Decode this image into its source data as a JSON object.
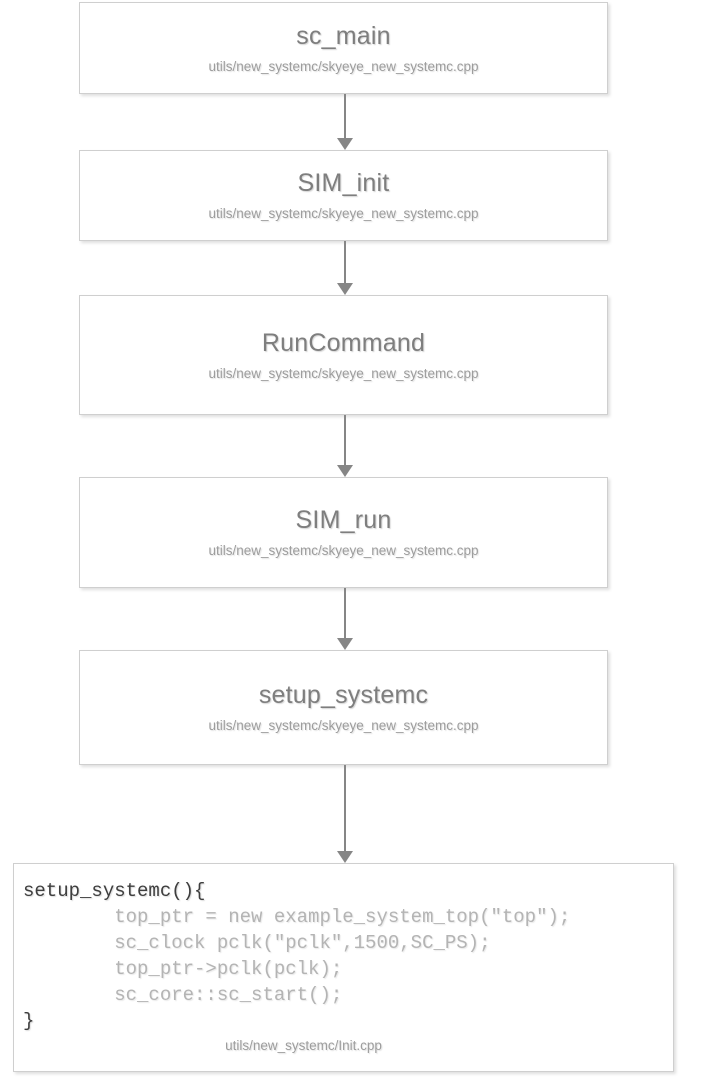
{
  "diagram": {
    "type": "flowchart",
    "orientation": "vertical-top-down",
    "nodes": [
      {
        "title": "sc_main",
        "subtitle": "utils/new_systemc/skyeye_new_systemc.cpp"
      },
      {
        "title": "SIM_init",
        "subtitle": "utils/new_systemc/skyeye_new_systemc.cpp"
      },
      {
        "title": "RunCommand",
        "subtitle": "utils/new_systemc/skyeye_new_systemc.cpp"
      },
      {
        "title": "SIM_run",
        "subtitle": "utils/new_systemc/skyeye_new_systemc.cpp"
      },
      {
        "title": "setup_systemc",
        "subtitle": "utils/new_systemc/skyeye_new_systemc.cpp"
      }
    ],
    "connectors": [
      {
        "name": "arrow-down-icon",
        "from": "sc_main",
        "to": "SIM_init"
      },
      {
        "name": "arrow-down-icon",
        "from": "SIM_init",
        "to": "RunCommand"
      },
      {
        "name": "arrow-down-icon",
        "from": "RunCommand",
        "to": "SIM_run"
      },
      {
        "name": "arrow-down-icon",
        "from": "SIM_run",
        "to": "setup_systemc"
      },
      {
        "name": "arrow-down-icon",
        "from": "setup_systemc",
        "to": "code-block"
      }
    ],
    "code_block": {
      "caption": "utils/new_systemc/Init.cpp",
      "lines": [
        "setup_systemc(){",
        "        top_ptr = new example_system_top(\"top\");",
        "        sc_clock pclk(\"pclk\",1500,SC_PS);",
        "        top_ptr->pclk(pclk);",
        "        sc_core::sc_start();",
        "}"
      ]
    },
    "colors": {
      "background": "#ffffff",
      "node_border": "#cfcfcf",
      "node_title": "#7e7e7e",
      "node_subtitle": "#9d9d9d",
      "arrow": "#868686",
      "code_text": "#b4b4b4",
      "code_text_strong": "#3e3e3e"
    }
  }
}
